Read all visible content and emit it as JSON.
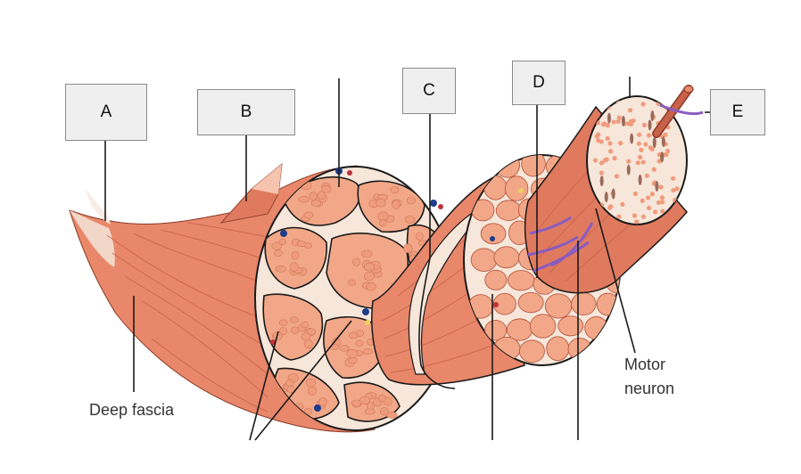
{
  "labels": {
    "a": "A",
    "b": "B",
    "c": "C",
    "d": "D",
    "e": "E"
  },
  "text": {
    "deep_fascia": "Deep fascia",
    "motor": "Motor",
    "neuron": "neuron"
  },
  "colors": {
    "muscle": "#e8876a",
    "muscle_dark": "#c8614a",
    "fascicle_fill": "#f2a888",
    "fiber": "#ef9c7c",
    "sheath": "#f7e6da",
    "outline": "#1a1a1a",
    "nerve": "#8a5cc0",
    "vessel_blue": "#1e3c8c",
    "vessel_red": "#c0303a",
    "fat": "#f0d060",
    "label_fill": "#efefef",
    "label_border": "#8a8a8a"
  }
}
